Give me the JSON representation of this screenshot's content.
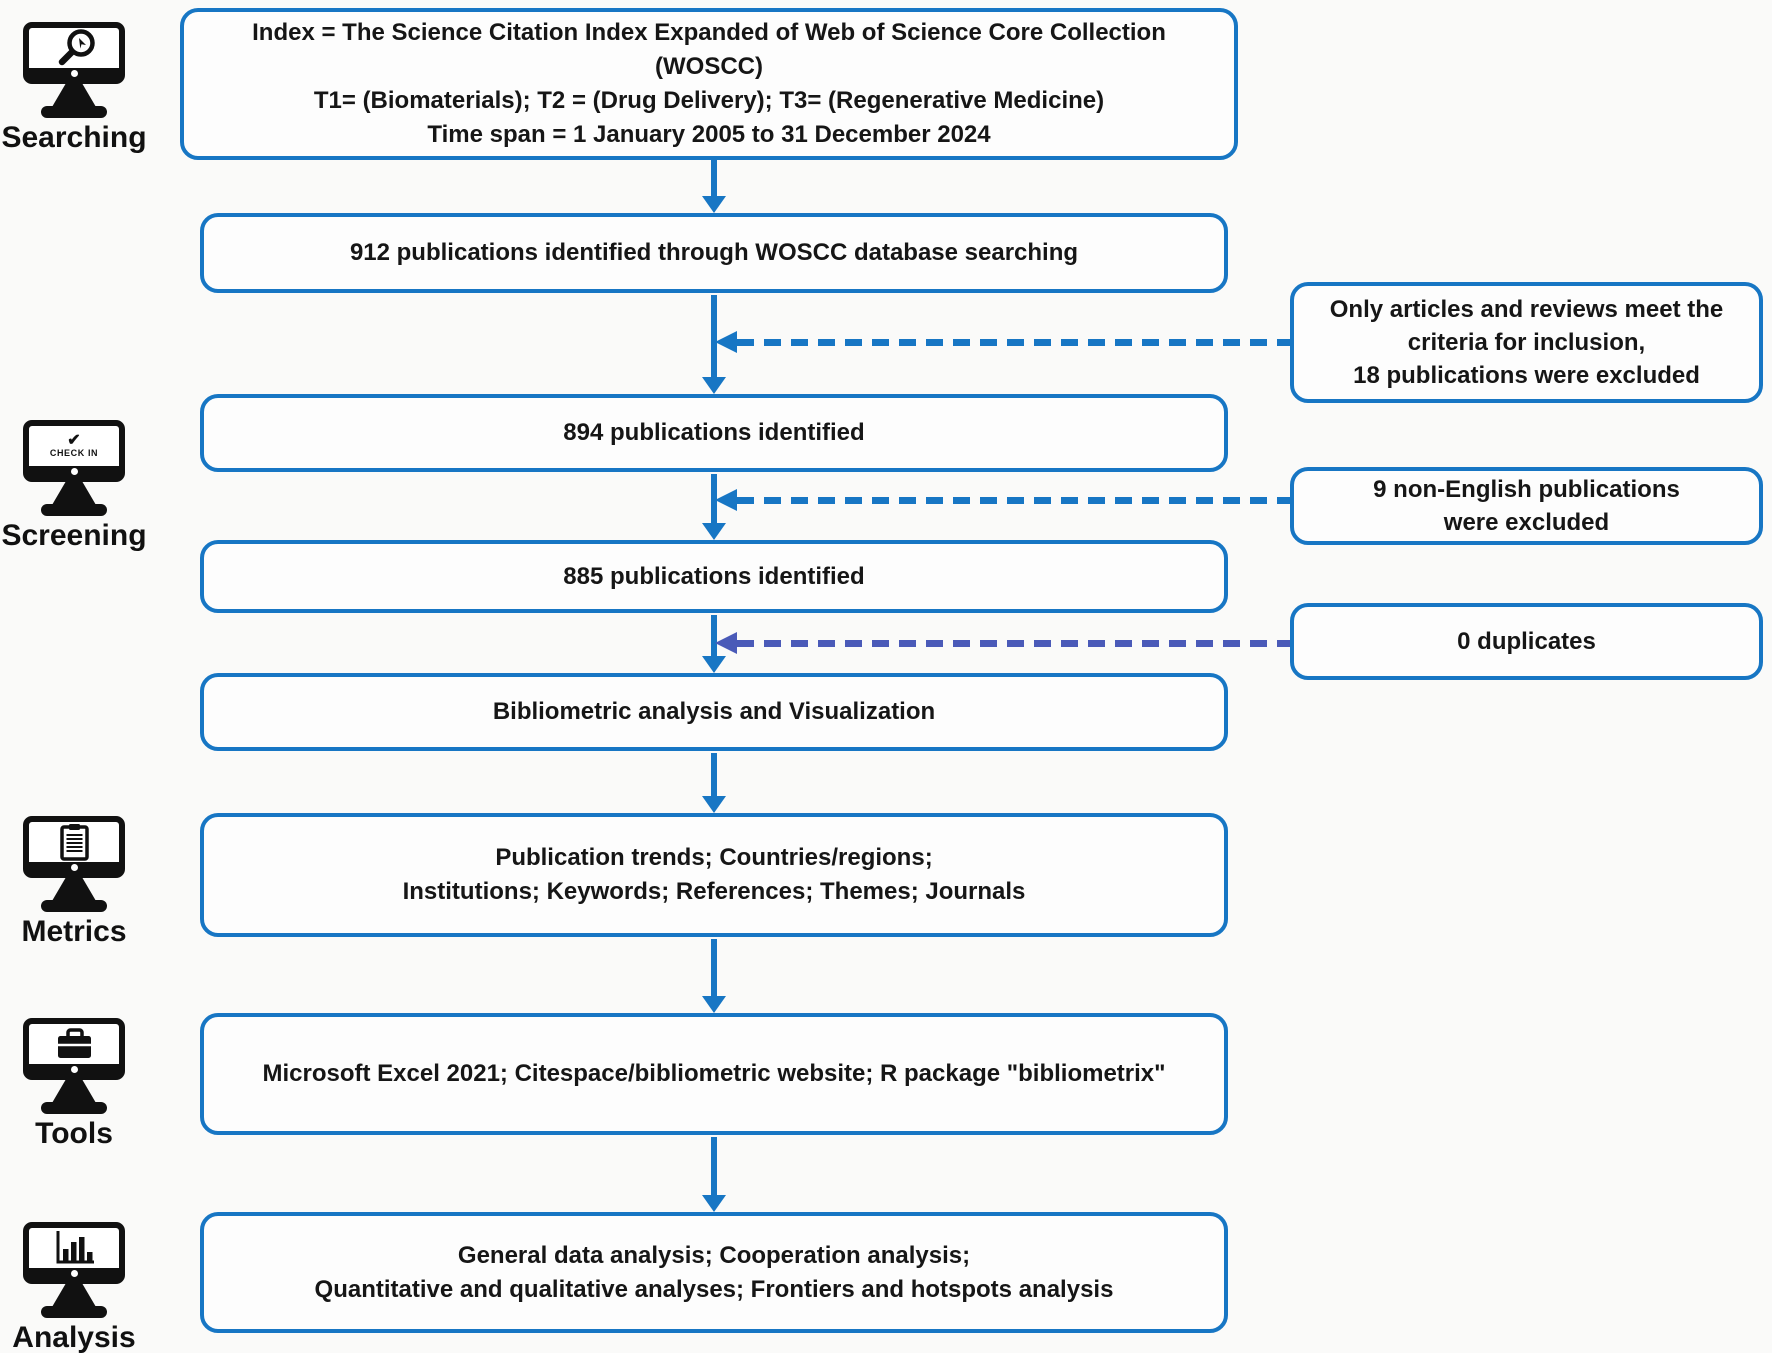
{
  "figure": {
    "type": "flowchart",
    "topic": "Bibliometric analysis workflow flow diagram"
  },
  "palette": {
    "box_border_blue": "#1776c4",
    "arrow_blue": "#1776c4",
    "dashed_arrow_purple": "#4a5ab8",
    "icon_black": "#111111",
    "text_dark": "#161616",
    "background": "#fafaf9",
    "box_fill": "#fdfdfd"
  },
  "stages": [
    {
      "label": "Searching",
      "icon": "monitor-search-icon"
    },
    {
      "label": "Screening",
      "icon": "monitor-checkin-icon",
      "screen_text": "CHECK IN"
    },
    {
      "label": "Metrics",
      "icon": "monitor-clipboard-icon"
    },
    {
      "label": "Tools",
      "icon": "monitor-briefcase-icon"
    },
    {
      "label": "Analysis",
      "icon": "monitor-barchart-icon"
    }
  ],
  "flow_boxes": [
    {
      "id": "search-criteria",
      "lines": [
        "Index = The Science Citation Index Expanded of Web of Science Core Collection",
        "(WOSCC)",
        "T1= (Biomaterials); T2 = (Drug Delivery); T3= (Regenerative Medicine)",
        "Time span = 1 January 2005 to 31 December 2024"
      ]
    },
    {
      "id": "identified-912",
      "lines": [
        "912 publications identified through WOSCC database searching"
      ]
    },
    {
      "id": "identified-894",
      "lines": [
        "894 publications identified"
      ]
    },
    {
      "id": "identified-885",
      "lines": [
        "885 publications identified"
      ]
    },
    {
      "id": "bibliometric-analysis",
      "lines": [
        "Bibliometric analysis and Visualization"
      ]
    },
    {
      "id": "metrics",
      "lines": [
        "Publication trends; Countries/regions;",
        "Institutions; Keywords; References; Themes; Journals"
      ]
    },
    {
      "id": "tools",
      "lines": [
        "Microsoft Excel 2021; Citespace/bibliometric website; R package \"bibliometrix\""
      ]
    },
    {
      "id": "analysis",
      "lines": [
        "General data analysis; Cooperation analysis;",
        "Quantitative and qualitative analyses; Frontiers and hotspots analysis"
      ]
    }
  ],
  "exclusion_boxes": [
    {
      "id": "articles-reviews",
      "lines": [
        "Only articles and reviews meet the",
        "criteria for inclusion,",
        "18 publications were excluded"
      ]
    },
    {
      "id": "non-english",
      "lines": [
        "9 non-English publications",
        "were excluded"
      ]
    },
    {
      "id": "duplicates",
      "lines": [
        "0 duplicates"
      ]
    }
  ]
}
